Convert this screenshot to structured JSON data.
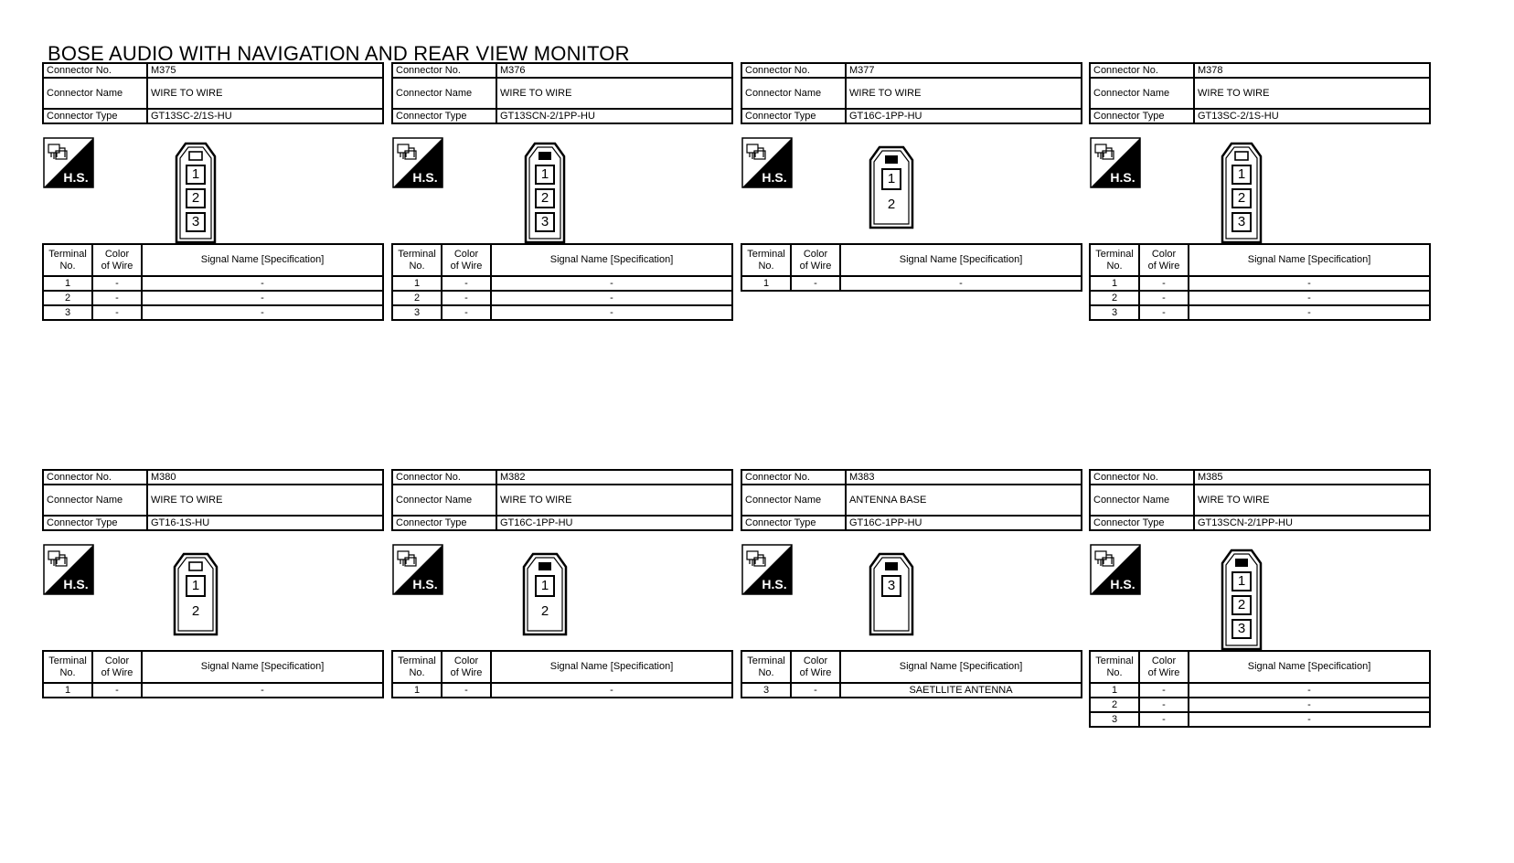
{
  "title": "BOSE AUDIO WITH NAVIGATION AND REAR VIEW MONITOR",
  "labels": {
    "connector_no": "Connector No.",
    "connector_name": "Connector Name",
    "connector_type": "Connector Type",
    "terminal_no_1": "Terminal",
    "terminal_no_2": "No.",
    "color_1": "Color",
    "color_2": "of Wire",
    "signal": "Signal Name [Specification]",
    "hs": "H.S."
  },
  "connectors": [
    {
      "no": "M375",
      "name": "WIRE TO WIRE",
      "type": "GT13SC-2/1S-HU",
      "diagram": {
        "cavities": [
          "1",
          "2",
          "3"
        ],
        "boxed": [
          "1",
          "2",
          "3"
        ],
        "header": "open"
      },
      "rows": [
        {
          "t": "1",
          "c": "-",
          "s": "-"
        },
        {
          "t": "2",
          "c": "-",
          "s": "-"
        },
        {
          "t": "3",
          "c": "-",
          "s": "-"
        }
      ]
    },
    {
      "no": "M376",
      "name": "WIRE TO WIRE",
      "type": "GT13SCN-2/1PP-HU",
      "diagram": {
        "cavities": [
          "1",
          "2",
          "3"
        ],
        "boxed": [
          "1",
          "2",
          "3"
        ],
        "header": "solid"
      },
      "rows": [
        {
          "t": "1",
          "c": "-",
          "s": "-"
        },
        {
          "t": "2",
          "c": "-",
          "s": "-"
        },
        {
          "t": "3",
          "c": "-",
          "s": "-"
        }
      ]
    },
    {
      "no": "M377",
      "name": "WIRE TO WIRE",
      "type": "GT16C-1PP-HU",
      "diagram": {
        "cavities": [
          "1",
          "2"
        ],
        "boxed": [
          "1"
        ],
        "header": "solid"
      },
      "rows": [
        {
          "t": "1",
          "c": "-",
          "s": "-"
        }
      ]
    },
    {
      "no": "M378",
      "name": "WIRE TO WIRE",
      "type": "GT13SC-2/1S-HU",
      "diagram": {
        "cavities": [
          "1",
          "2",
          "3"
        ],
        "boxed": [
          "1",
          "2",
          "3"
        ],
        "header": "open"
      },
      "rows": [
        {
          "t": "1",
          "c": "-",
          "s": "-"
        },
        {
          "t": "2",
          "c": "-",
          "s": "-"
        },
        {
          "t": "3",
          "c": "-",
          "s": "-"
        }
      ]
    },
    {
      "no": "M380",
      "name": "WIRE TO WIRE",
      "type": "GT16-1S-HU",
      "diagram": {
        "cavities": [
          "1",
          "2"
        ],
        "boxed": [
          "1"
        ],
        "header": "open"
      },
      "rows": [
        {
          "t": "1",
          "c": "-",
          "s": "-"
        }
      ]
    },
    {
      "no": "M382",
      "name": "WIRE TO WIRE",
      "type": "GT16C-1PP-HU",
      "diagram": {
        "cavities": [
          "1",
          "2"
        ],
        "boxed": [
          "1"
        ],
        "header": "solid"
      },
      "rows": [
        {
          "t": "1",
          "c": "-",
          "s": "-"
        }
      ]
    },
    {
      "no": "M383",
      "name": "ANTENNA BASE",
      "type": "GT16C-1PP-HU",
      "diagram": {
        "cavities": [
          "3",
          ""
        ],
        "boxed": [
          "3"
        ],
        "header": "solid"
      },
      "rows": [
        {
          "t": "3",
          "c": "-",
          "s": "SAETLLITE ANTENNA"
        }
      ]
    },
    {
      "no": "M385",
      "name": "WIRE TO WIRE",
      "type": "GT13SCN-2/1PP-HU",
      "diagram": {
        "cavities": [
          "1",
          "2",
          "3"
        ],
        "boxed": [
          "1",
          "2",
          "3"
        ],
        "header": "solid"
      },
      "rows": [
        {
          "t": "1",
          "c": "-",
          "s": "-"
        },
        {
          "t": "2",
          "c": "-",
          "s": "-"
        },
        {
          "t": "3",
          "c": "-",
          "s": "-"
        }
      ]
    }
  ]
}
